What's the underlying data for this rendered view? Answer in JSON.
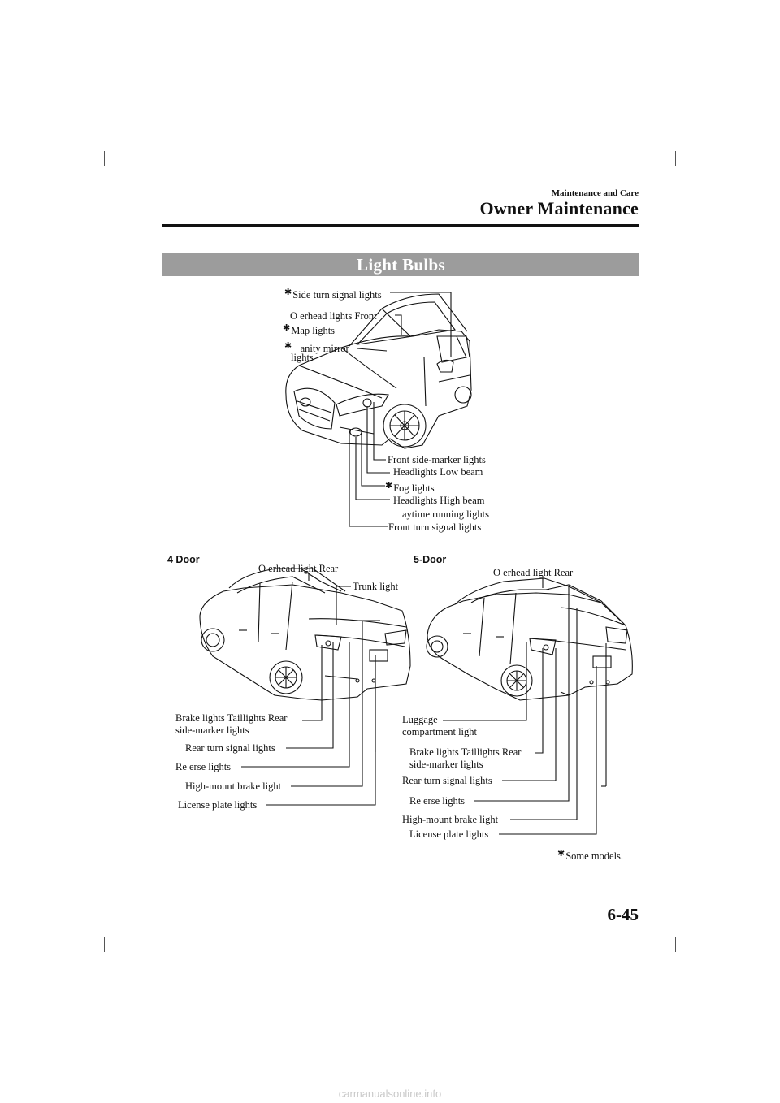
{
  "header": {
    "section": "Maintenance and Care",
    "chapter": "Owner Maintenance"
  },
  "banner": {
    "title": "Light Bulbs"
  },
  "front_labels": {
    "side_turn": "Side turn signal lights",
    "overhead_front": "O  erhead lights  Front",
    "map": "Map lights",
    "vanity_1": "anity mirror",
    "vanity_2": "lights",
    "front_side_marker": "Front side-marker lights",
    "headlights_low": "Headlights  Low beam",
    "fog": "Fog lights",
    "headlights_high": "Headlights  High beam",
    "daytime": "aytime running lights",
    "front_turn": "Front turn signal lights"
  },
  "four_door": {
    "heading": "4 Door",
    "overhead_rear": "O  erhead light  Rear",
    "trunk": "Trunk light",
    "brake_1": "Brake lights Taillights Rear",
    "brake_2": "side-marker lights",
    "rear_turn": "Rear turn signal lights",
    "reverse": "Re  erse lights",
    "high_mount": "High-mount brake light",
    "license": "License plate lights"
  },
  "five_door": {
    "heading": "5-Door",
    "overhead_rear": "O  erhead light  Rear",
    "luggage_1": "Luggage",
    "luggage_2": "compartment light",
    "brake_1": "Brake lights Taillights Rear",
    "brake_2": "side-marker lights",
    "rear_turn": "Rear turn signal lights",
    "reverse": "Re  erse lights",
    "high_mount": "High-mount brake light",
    "license": "License plate lights"
  },
  "footnote": "Some models.",
  "page_number": "6-45",
  "watermark": "carmanualsonline.info",
  "star_glyph": "✱"
}
